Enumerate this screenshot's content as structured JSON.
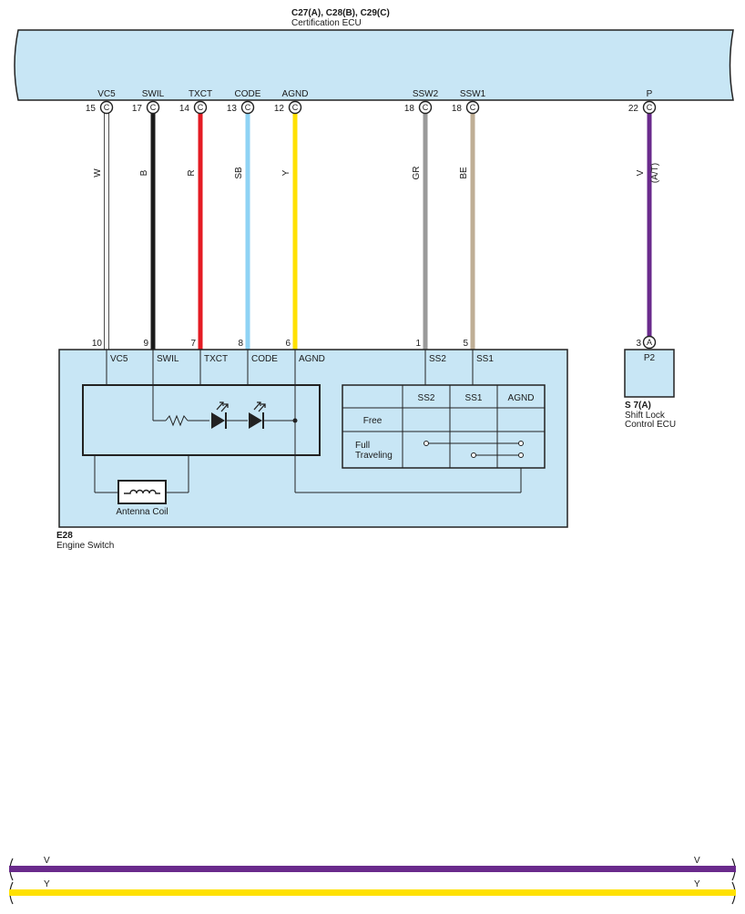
{
  "ecu": {
    "code": "C27(A), C28(B), C29(C)",
    "name": "Certification ECU",
    "fill": "#c8e6f5",
    "pins": [
      {
        "signal": "VC5",
        "pin": "15",
        "conn": "C",
        "wire": "W",
        "color": "#ffffff"
      },
      {
        "signal": "SWIL",
        "pin": "17",
        "conn": "C",
        "wire": "B",
        "color": "#1a1a1a"
      },
      {
        "signal": "TXCT",
        "pin": "14",
        "conn": "C",
        "wire": "R",
        "color": "#e41b23"
      },
      {
        "signal": "CODE",
        "pin": "13",
        "conn": "C",
        "wire": "SB",
        "color": "#8fd3f4"
      },
      {
        "signal": "AGND",
        "pin": "12",
        "conn": "C",
        "wire": "Y",
        "color": "#ffe100"
      },
      {
        "signal": "SSW2",
        "pin": "18",
        "conn": "C",
        "wire": "GR",
        "color": "#9a9a9a"
      },
      {
        "signal": "SSW1",
        "pin": "18",
        "conn": "C",
        "wire": "BE",
        "color": "#bfae95"
      },
      {
        "signal": "P",
        "pin": "22",
        "conn": "C",
        "wire": "V",
        "note": "(A/T)",
        "color": "#6a2a8c"
      }
    ]
  },
  "engine_switch": {
    "code": "E28",
    "name": "Engine Switch",
    "fill": "#c8e6f5",
    "pins": [
      {
        "num": "10",
        "label": "VC5"
      },
      {
        "num": "9",
        "label": "SWIL"
      },
      {
        "num": "7",
        "label": "TXCT"
      },
      {
        "num": "8",
        "label": "CODE"
      },
      {
        "num": "6",
        "label": "AGND"
      },
      {
        "num": "1",
        "label": "SS2"
      },
      {
        "num": "5",
        "label": "SS1"
      }
    ],
    "antenna_label": "Antenna Coil",
    "table": {
      "headers": [
        "",
        "SS2",
        "SS1",
        "AGND"
      ],
      "rows": [
        "Free",
        "Full Traveling"
      ]
    }
  },
  "shift_lock": {
    "code": "S 7(A)",
    "name_line1": "Shift Lock",
    "name_line2": "Control ECU",
    "pin": "3",
    "conn": "A",
    "label": "P2"
  },
  "bottom_wires": [
    {
      "label": "V",
      "color": "#6a2a8c"
    },
    {
      "label": "Y",
      "color": "#ffe100"
    }
  ]
}
